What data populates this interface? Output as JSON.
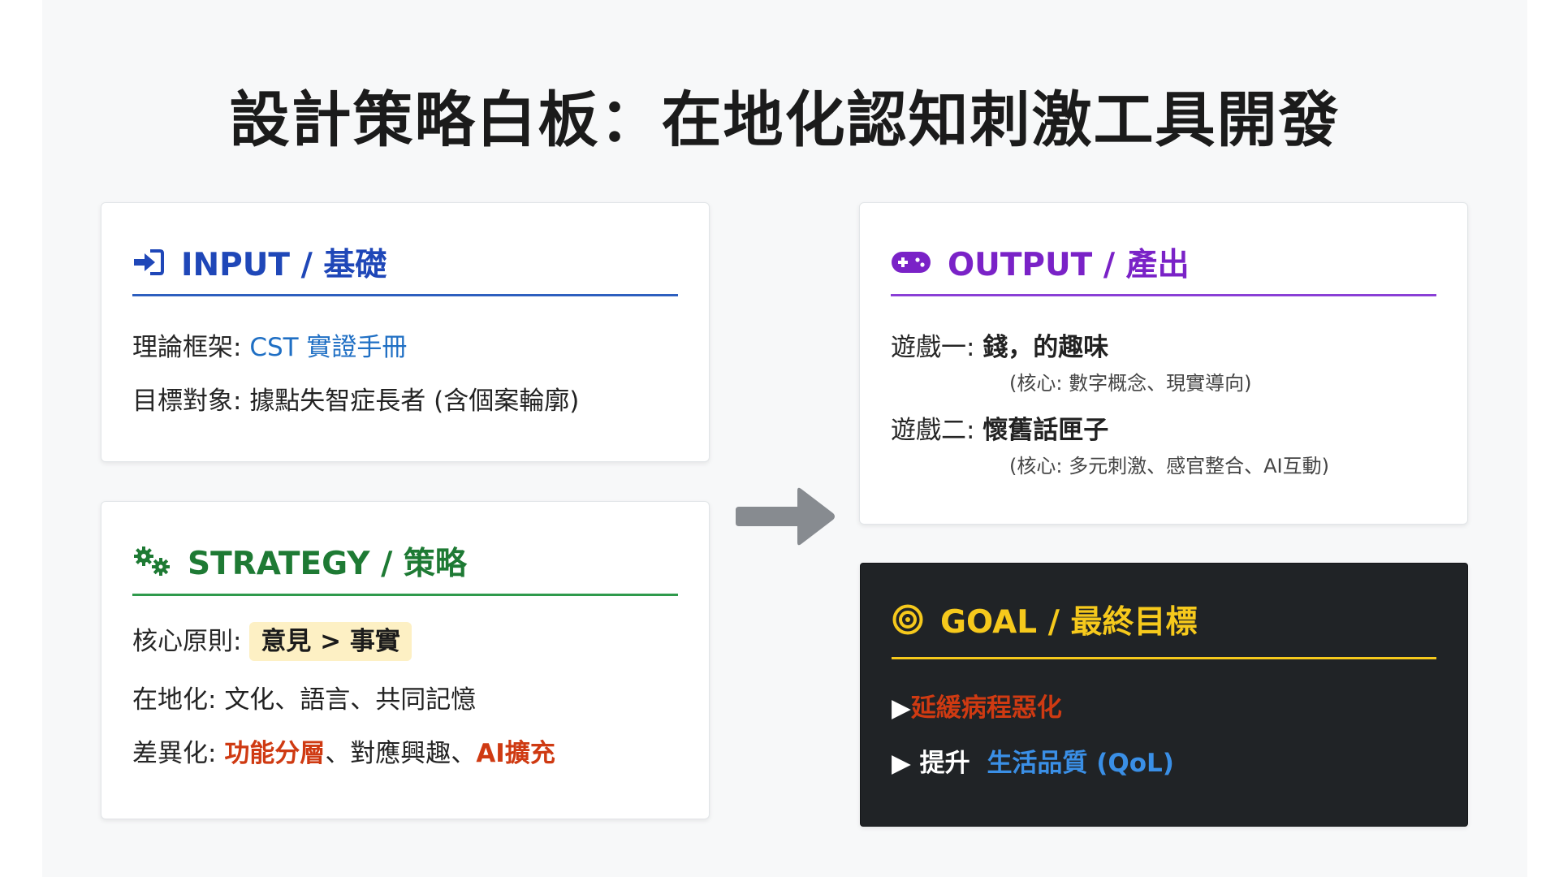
{
  "title": "設計策略白板：在地化認知刺激工具開發",
  "input": {
    "heading": "INPUT / 基礎",
    "icon": "sign-in-icon",
    "rows": [
      {
        "label": "理論框架:",
        "value": "CST 實證手冊"
      },
      {
        "label": "目標對象:",
        "value": "據點失智症長者 (含個案輪廓)"
      }
    ]
  },
  "strategy": {
    "heading": "STRATEGY / 策略",
    "icon": "gears-icon",
    "core_label": "核心原則:",
    "core_value": "意見 > 事實",
    "local_label": "在地化:",
    "local_value": "文化、語言、共同記憶",
    "diff_label": "差異化:",
    "diff_part1": "功能分層",
    "diff_part2": "、對應興趣、",
    "diff_part3": "AI擴充"
  },
  "output": {
    "heading": "OUTPUT / 產出",
    "icon": "gamepad-icon",
    "game1_label": "遊戲一:",
    "game1_title": "錢，的趣味",
    "game1_note": "(核心: 數字概念、現實導向)",
    "game2_label": "遊戲二:",
    "game2_title": "懷舊話匣子",
    "game2_note": "(核心: 多元刺激、感官整合、AI互動)"
  },
  "goal": {
    "heading": "GOAL / 最終目標",
    "icon": "target-icon",
    "bullet": "▶",
    "item1": "延緩病程惡化",
    "item2_prefix": "提升",
    "item2_highlight": "生活品質 (QoL)"
  },
  "colors": {
    "input": "#1f47b8",
    "strategy": "#1e7a34",
    "output": "#7a22c7",
    "goal": "#f6c91c",
    "highlight_orange": "#cf3a12",
    "highlight_blue": "#1f6fc4",
    "goal_bg": "#202326"
  }
}
